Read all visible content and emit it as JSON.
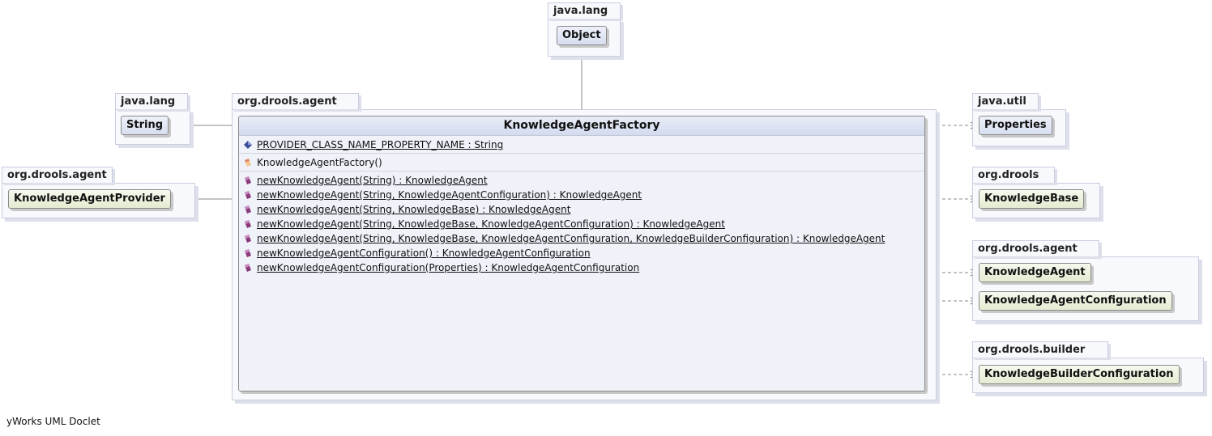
{
  "packages": {
    "java_lang_top": "java.lang",
    "java_lang_left": "java.lang",
    "org_drools_agent_left": "org.drools.agent",
    "org_drools_agent_main": "org.drools.agent",
    "java_util": "java.util",
    "org_drools": "org.drools",
    "org_drools_agent_right": "org.drools.agent",
    "org_drools_builder": "org.drools.builder"
  },
  "classes": {
    "object": "Object",
    "string": "String",
    "knowledge_agent_provider": "KnowledgeAgentProvider",
    "properties": "Properties",
    "knowledge_base": "KnowledgeBase",
    "knowledge_agent": "KnowledgeAgent",
    "knowledge_agent_configuration": "KnowledgeAgentConfiguration",
    "knowledge_builder_configuration": "KnowledgeBuilderConfiguration"
  },
  "main_class": {
    "name": "KnowledgeAgentFactory",
    "fields": [
      "PROVIDER_CLASS_NAME_PROPERTY_NAME : String"
    ],
    "constructors": [
      "KnowledgeAgentFactory()"
    ],
    "methods": [
      "newKnowledgeAgent(String) : KnowledgeAgent",
      "newKnowledgeAgent(String, KnowledgeAgentConfiguration) : KnowledgeAgent",
      "newKnowledgeAgent(String, KnowledgeBase) : KnowledgeAgent",
      "newKnowledgeAgent(String, KnowledgeBase, KnowledgeAgentConfiguration) : KnowledgeAgent",
      "newKnowledgeAgent(String, KnowledgeBase, KnowledgeAgentConfiguration, KnowledgeBuilderConfiguration) : KnowledgeAgent",
      "newKnowledgeAgentConfiguration() : KnowledgeAgentConfiguration",
      "newKnowledgeAgentConfiguration(Properties) : KnowledgeAgentConfiguration"
    ]
  },
  "footer": "yWorks UML Doclet",
  "colors": {
    "package_fill": "#f8f9fc",
    "class_blue": "#dce2f2",
    "class_green": "#e8efda",
    "field_icon": "#3a4d9a",
    "method_icon": "#8b3a7c"
  }
}
